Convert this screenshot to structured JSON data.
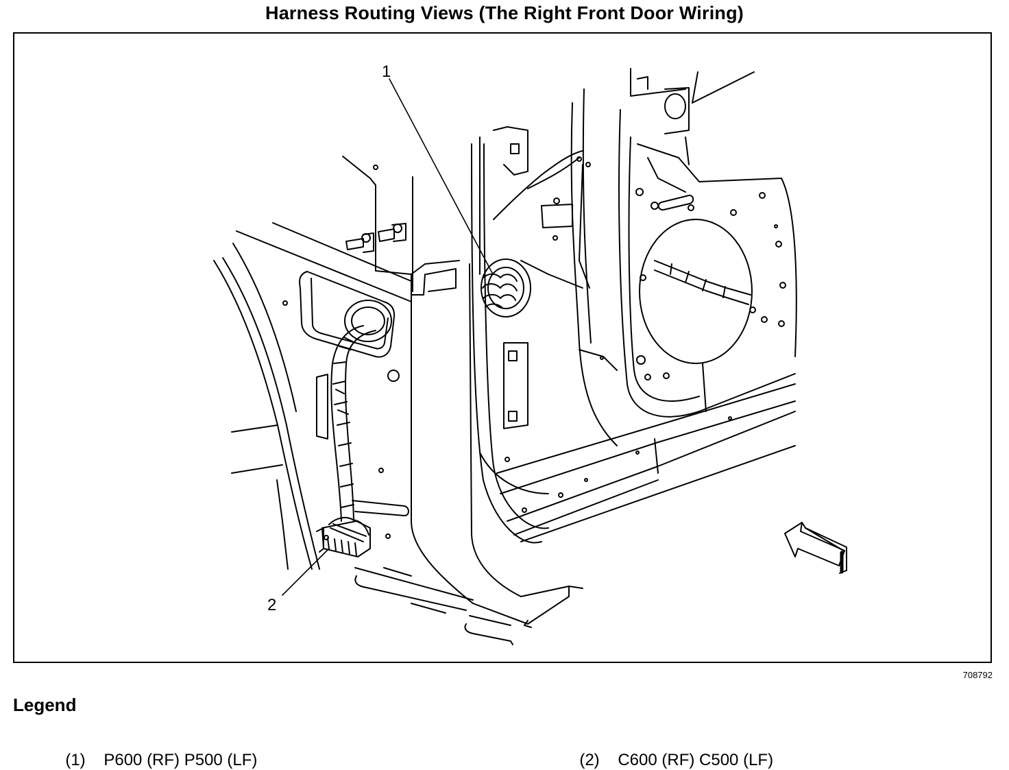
{
  "title": "Harness Routing Views (The Right Front Door Wiring)",
  "figure_id": "708792",
  "callouts": [
    {
      "label": "1"
    },
    {
      "label": "2"
    }
  ],
  "legend": {
    "heading": "Legend",
    "items": [
      {
        "number": "(1)",
        "text": "P600 (RF) P500 (LF)"
      },
      {
        "number": "(2)",
        "text": "C600 (RF) C500 (LF)"
      }
    ]
  }
}
